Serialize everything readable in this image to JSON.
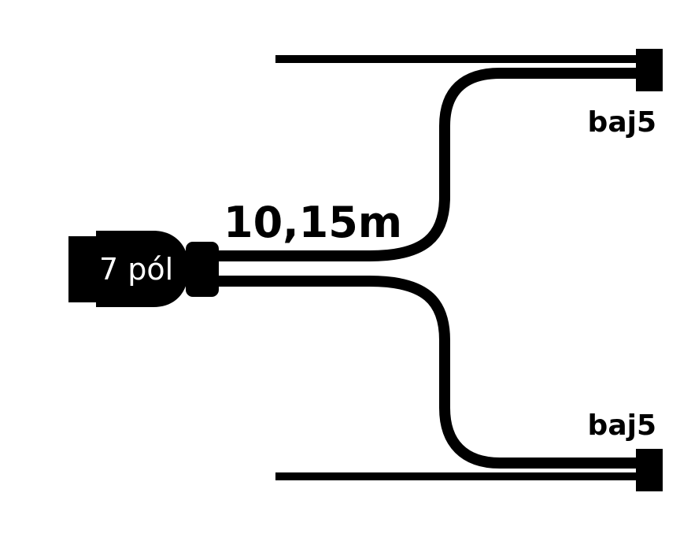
{
  "connector": {
    "label": "7 pól"
  },
  "cable": {
    "length_label": "10,15m"
  },
  "ends": [
    {
      "label": "baj5"
    },
    {
      "label": "baj5"
    }
  ],
  "colors": {
    "ink": "#000000",
    "background": "#ffffff",
    "connector_text": "#ffffff"
  }
}
